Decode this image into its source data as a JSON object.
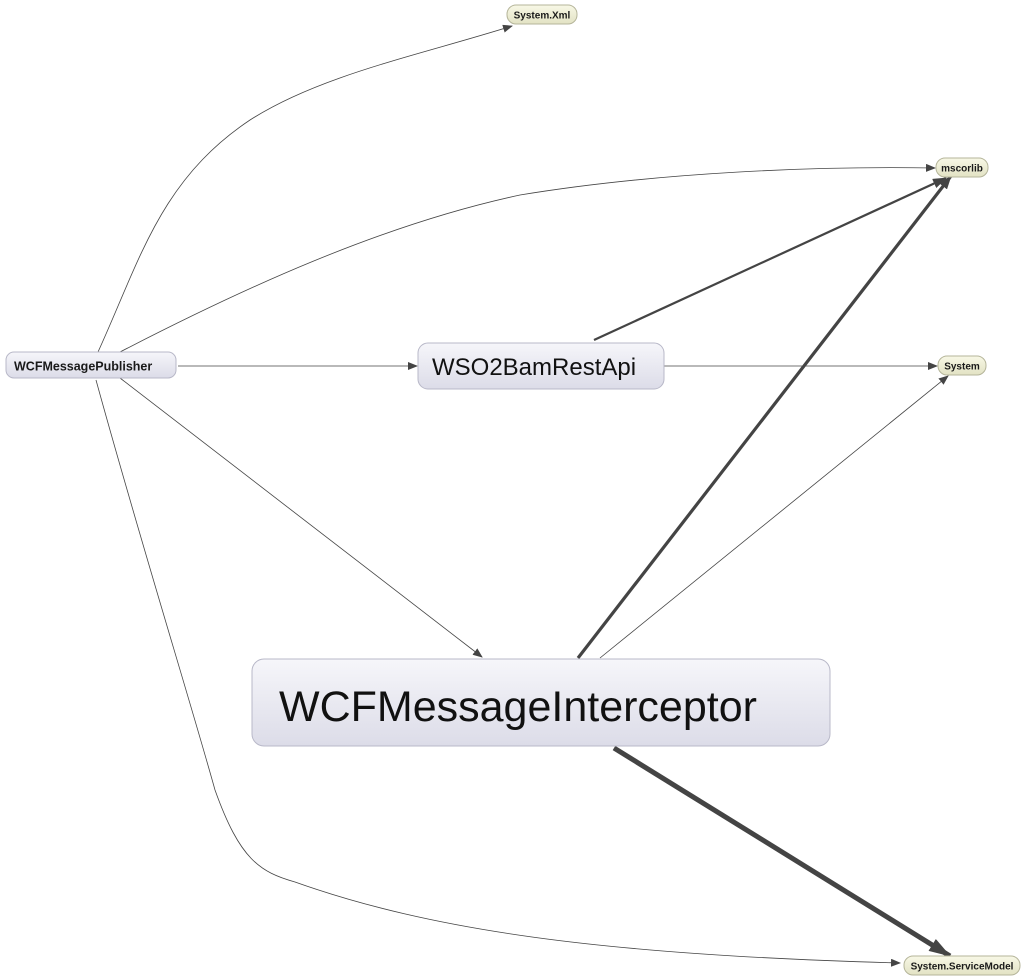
{
  "nodes": {
    "wcf_message_publisher": "WCFMessagePublisher",
    "wso2bam_rest_api": "WSO2BamRestApi",
    "wcf_message_interceptor": "WCFMessageInterceptor",
    "system_xml": "System.Xml",
    "mscorlib": "mscorlib",
    "system": "System",
    "system_service_model": "System.ServiceModel"
  },
  "edges": [
    {
      "from": "WCFMessagePublisher",
      "to": "System.Xml"
    },
    {
      "from": "WCFMessagePublisher",
      "to": "mscorlib"
    },
    {
      "from": "WCFMessagePublisher",
      "to": "WSO2BamRestApi"
    },
    {
      "from": "WCFMessagePublisher",
      "to": "WCFMessageInterceptor"
    },
    {
      "from": "WCFMessagePublisher",
      "to": "System.ServiceModel"
    },
    {
      "from": "WSO2BamRestApi",
      "to": "mscorlib"
    },
    {
      "from": "WSO2BamRestApi",
      "to": "System"
    },
    {
      "from": "WCFMessageInterceptor",
      "to": "mscorlib"
    },
    {
      "from": "WCFMessageInterceptor",
      "to": "System"
    },
    {
      "from": "WCFMessageInterceptor",
      "to": "System.ServiceModel"
    }
  ],
  "colors": {
    "project_node_fill_top": "#f6f6fa",
    "project_node_fill_bottom": "#dcdce8",
    "project_node_stroke": "#b8b8c8",
    "assembly_node_fill_top": "#f7f7e4",
    "assembly_node_fill_bottom": "#e2e2c4",
    "assembly_node_stroke": "#b5b59a",
    "edge": "#444444"
  }
}
